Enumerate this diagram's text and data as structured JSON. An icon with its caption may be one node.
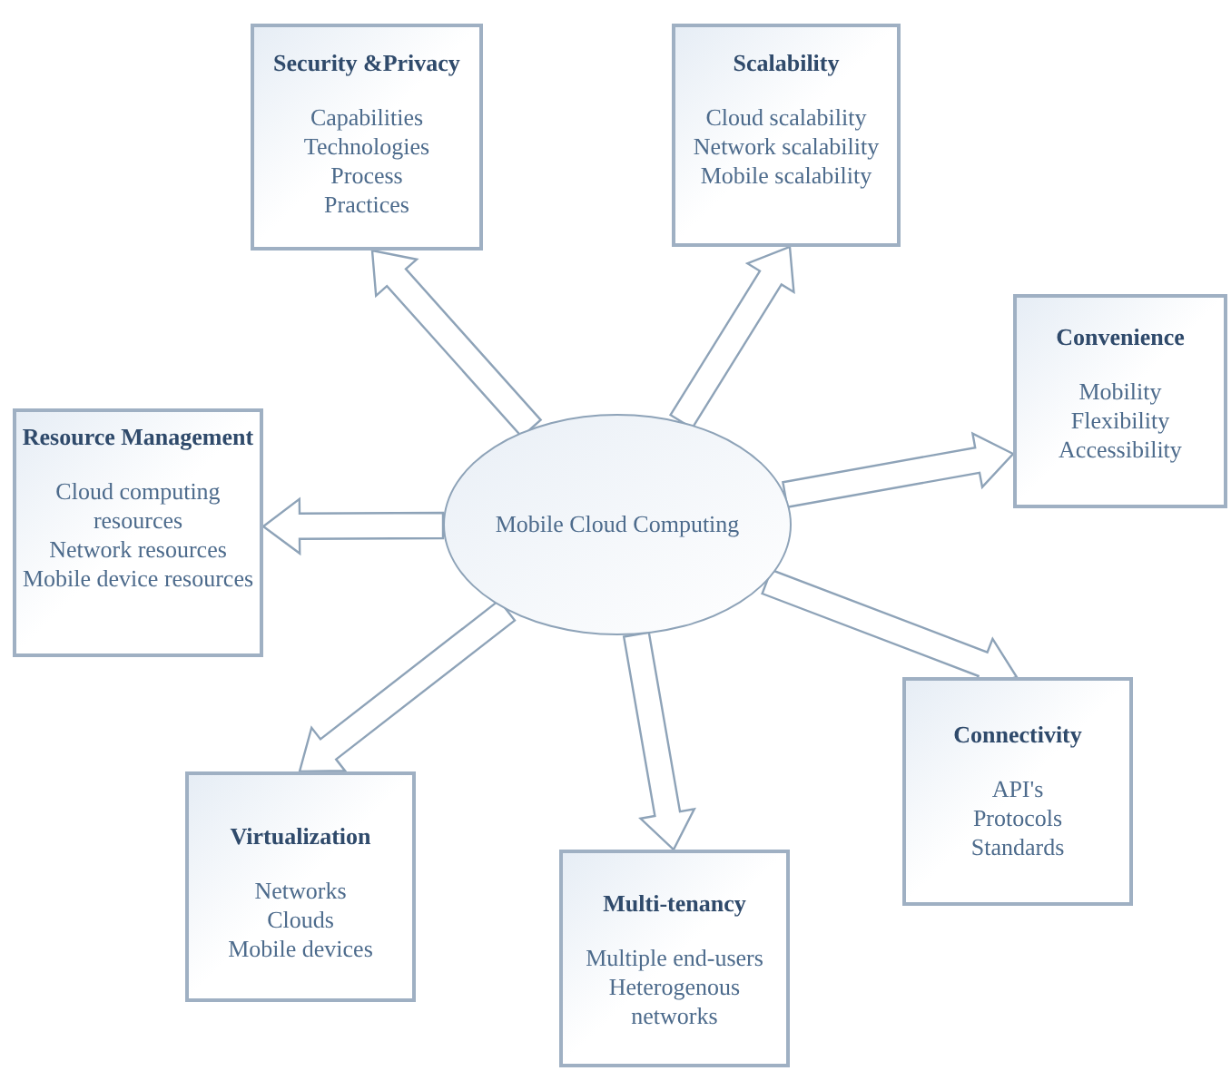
{
  "diagram": {
    "nodes": [
      {
        "text": [
          "Mobile Cloud Computing"
        ]
      },
      {
        "text": [
          "Security &Privacy",
          "Capabilities",
          "Technologies",
          "Process",
          "Practices"
        ]
      },
      {
        "text": [
          "Scalability",
          "Cloud scalability",
          "Network scalability",
          "Mobile scalability"
        ]
      },
      {
        "text": [
          "Convenience",
          "Mobility",
          "Flexibility",
          "Accessibility"
        ]
      },
      {
        "text": [
          "Resource Management",
          "Cloud computing resources",
          "Network resources",
          "Mobile device resources"
        ]
      },
      {
        "text": [
          "Connectivity",
          "API's",
          "Protocols",
          "Standards"
        ]
      },
      {
        "text": [
          "Virtualization",
          "Networks",
          "Clouds",
          "Mobile devices"
        ]
      },
      {
        "text": [
          "Multi-tenancy",
          "Multiple end-users",
          "Heterogenous networks"
        ]
      }
    ],
    "edges": [
      {
        "from": 0,
        "to": 1,
        "arrow": "to"
      },
      {
        "from": 0,
        "to": 2,
        "arrow": "to"
      },
      {
        "from": 0,
        "to": 3,
        "arrow": "to"
      },
      {
        "from": 0,
        "to": 4,
        "arrow": "to"
      },
      {
        "from": 0,
        "to": 5,
        "arrow": "to"
      },
      {
        "from": 0,
        "to": 6,
        "arrow": "to"
      },
      {
        "from": 0,
        "to": 7,
        "arrow": "to"
      }
    ]
  }
}
